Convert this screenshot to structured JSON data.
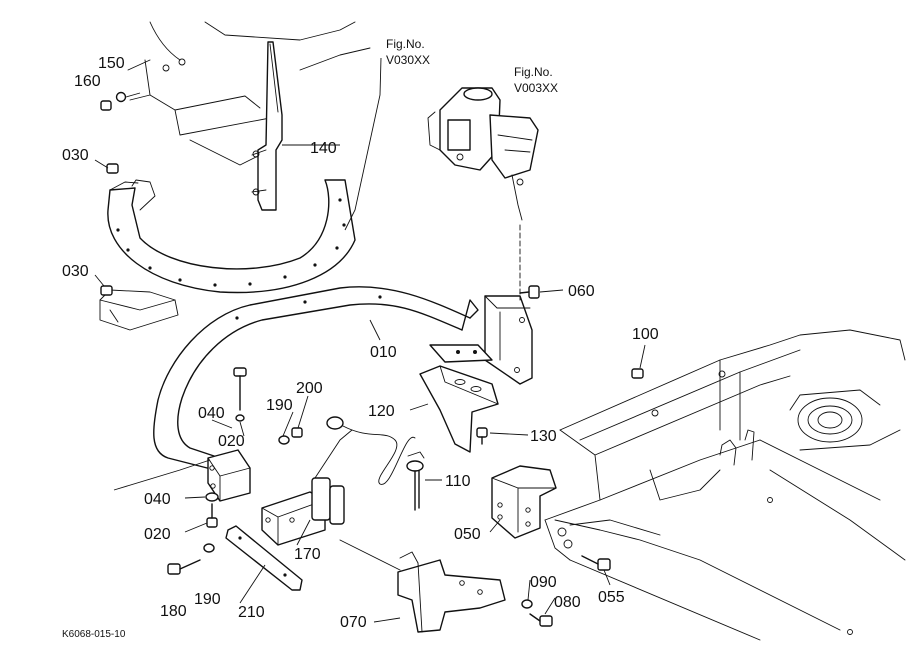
{
  "figure_refs": [
    {
      "line1": "Fig.No.",
      "line2": "V030XX"
    },
    {
      "line1": "Fig.No.",
      "line2": "V003XX"
    }
  ],
  "part_labels": {
    "p010": "010",
    "p020a": "020",
    "p020b": "020",
    "p030a": "030",
    "p030b": "030",
    "p040a": "040",
    "p040b": "040",
    "p050": "050",
    "p055": "055",
    "p060": "060",
    "p070": "070",
    "p080": "080",
    "p090": "090",
    "p100": "100",
    "p110": "110",
    "p120": "120",
    "p130": "130",
    "p140": "140",
    "p150": "150",
    "p160": "160",
    "p170": "170",
    "p180": "180",
    "p190a": "190",
    "p190b": "190",
    "p200": "200",
    "p210": "210"
  },
  "drawing_code": "K6068-015-10",
  "colors": {
    "ink": "#111111",
    "paper": "#ffffff"
  }
}
